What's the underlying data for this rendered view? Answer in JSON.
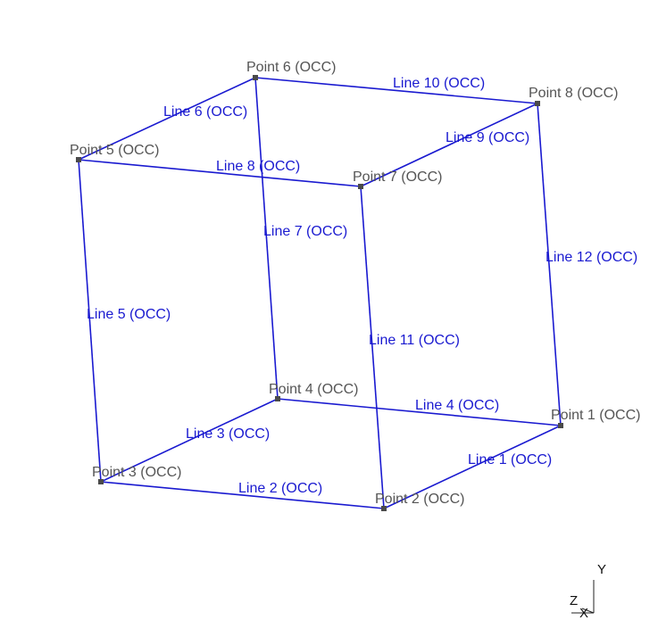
{
  "colors": {
    "edge": "#1a1ad0",
    "line_label": "#1a1ad0",
    "point_label": "#555555",
    "vertex": "#4a4a4a",
    "axis": "#222222",
    "background": "#ffffff"
  },
  "points": {
    "p1": "Point 1 (OCC)",
    "p2": "Point 2 (OCC)",
    "p3": "Point 3 (OCC)",
    "p4": "Point 4 (OCC)",
    "p5": "Point 5 (OCC)",
    "p6": "Point 6 (OCC)",
    "p7": "Point 7 (OCC)",
    "p8": "Point 8 (OCC)"
  },
  "lines": {
    "l1": "Line 1 (OCC)",
    "l2": "Line 2 (OCC)",
    "l3": "Line 3 (OCC)",
    "l4": "Line 4 (OCC)",
    "l5": "Line 5 (OCC)",
    "l6": "Line 6 (OCC)",
    "l7": "Line 7 (OCC)",
    "l8": "Line 8 (OCC)",
    "l9": "Line 9 (OCC)",
    "l10": "Line 10 (OCC)",
    "l11": "Line 11 (OCC)",
    "l12": "Line 12 (OCC)"
  },
  "axes": {
    "y": "Y",
    "z": "Z",
    "x": "X"
  }
}
